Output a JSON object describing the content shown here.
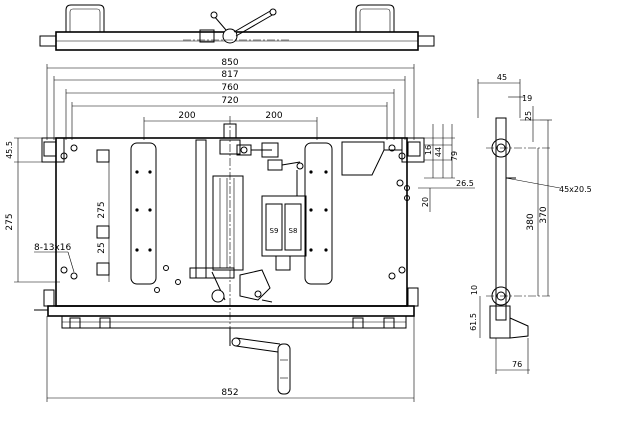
{
  "drawing": {
    "top_dims": [
      "850",
      "817",
      "760",
      "720"
    ],
    "inner_dims": [
      "200",
      "200"
    ],
    "bottom_dim": "852",
    "left_dims": [
      "45.5",
      "275",
      "275",
      "25",
      "8-13x16"
    ],
    "right_dims": [
      "16",
      "44",
      "79",
      "26.5",
      "20"
    ],
    "side_dims": [
      "45",
      "19",
      "25",
      "45x20.5",
      "380",
      "370",
      "10",
      "61.5",
      "76"
    ],
    "switch_labels": [
      "S9",
      "S8"
    ]
  }
}
